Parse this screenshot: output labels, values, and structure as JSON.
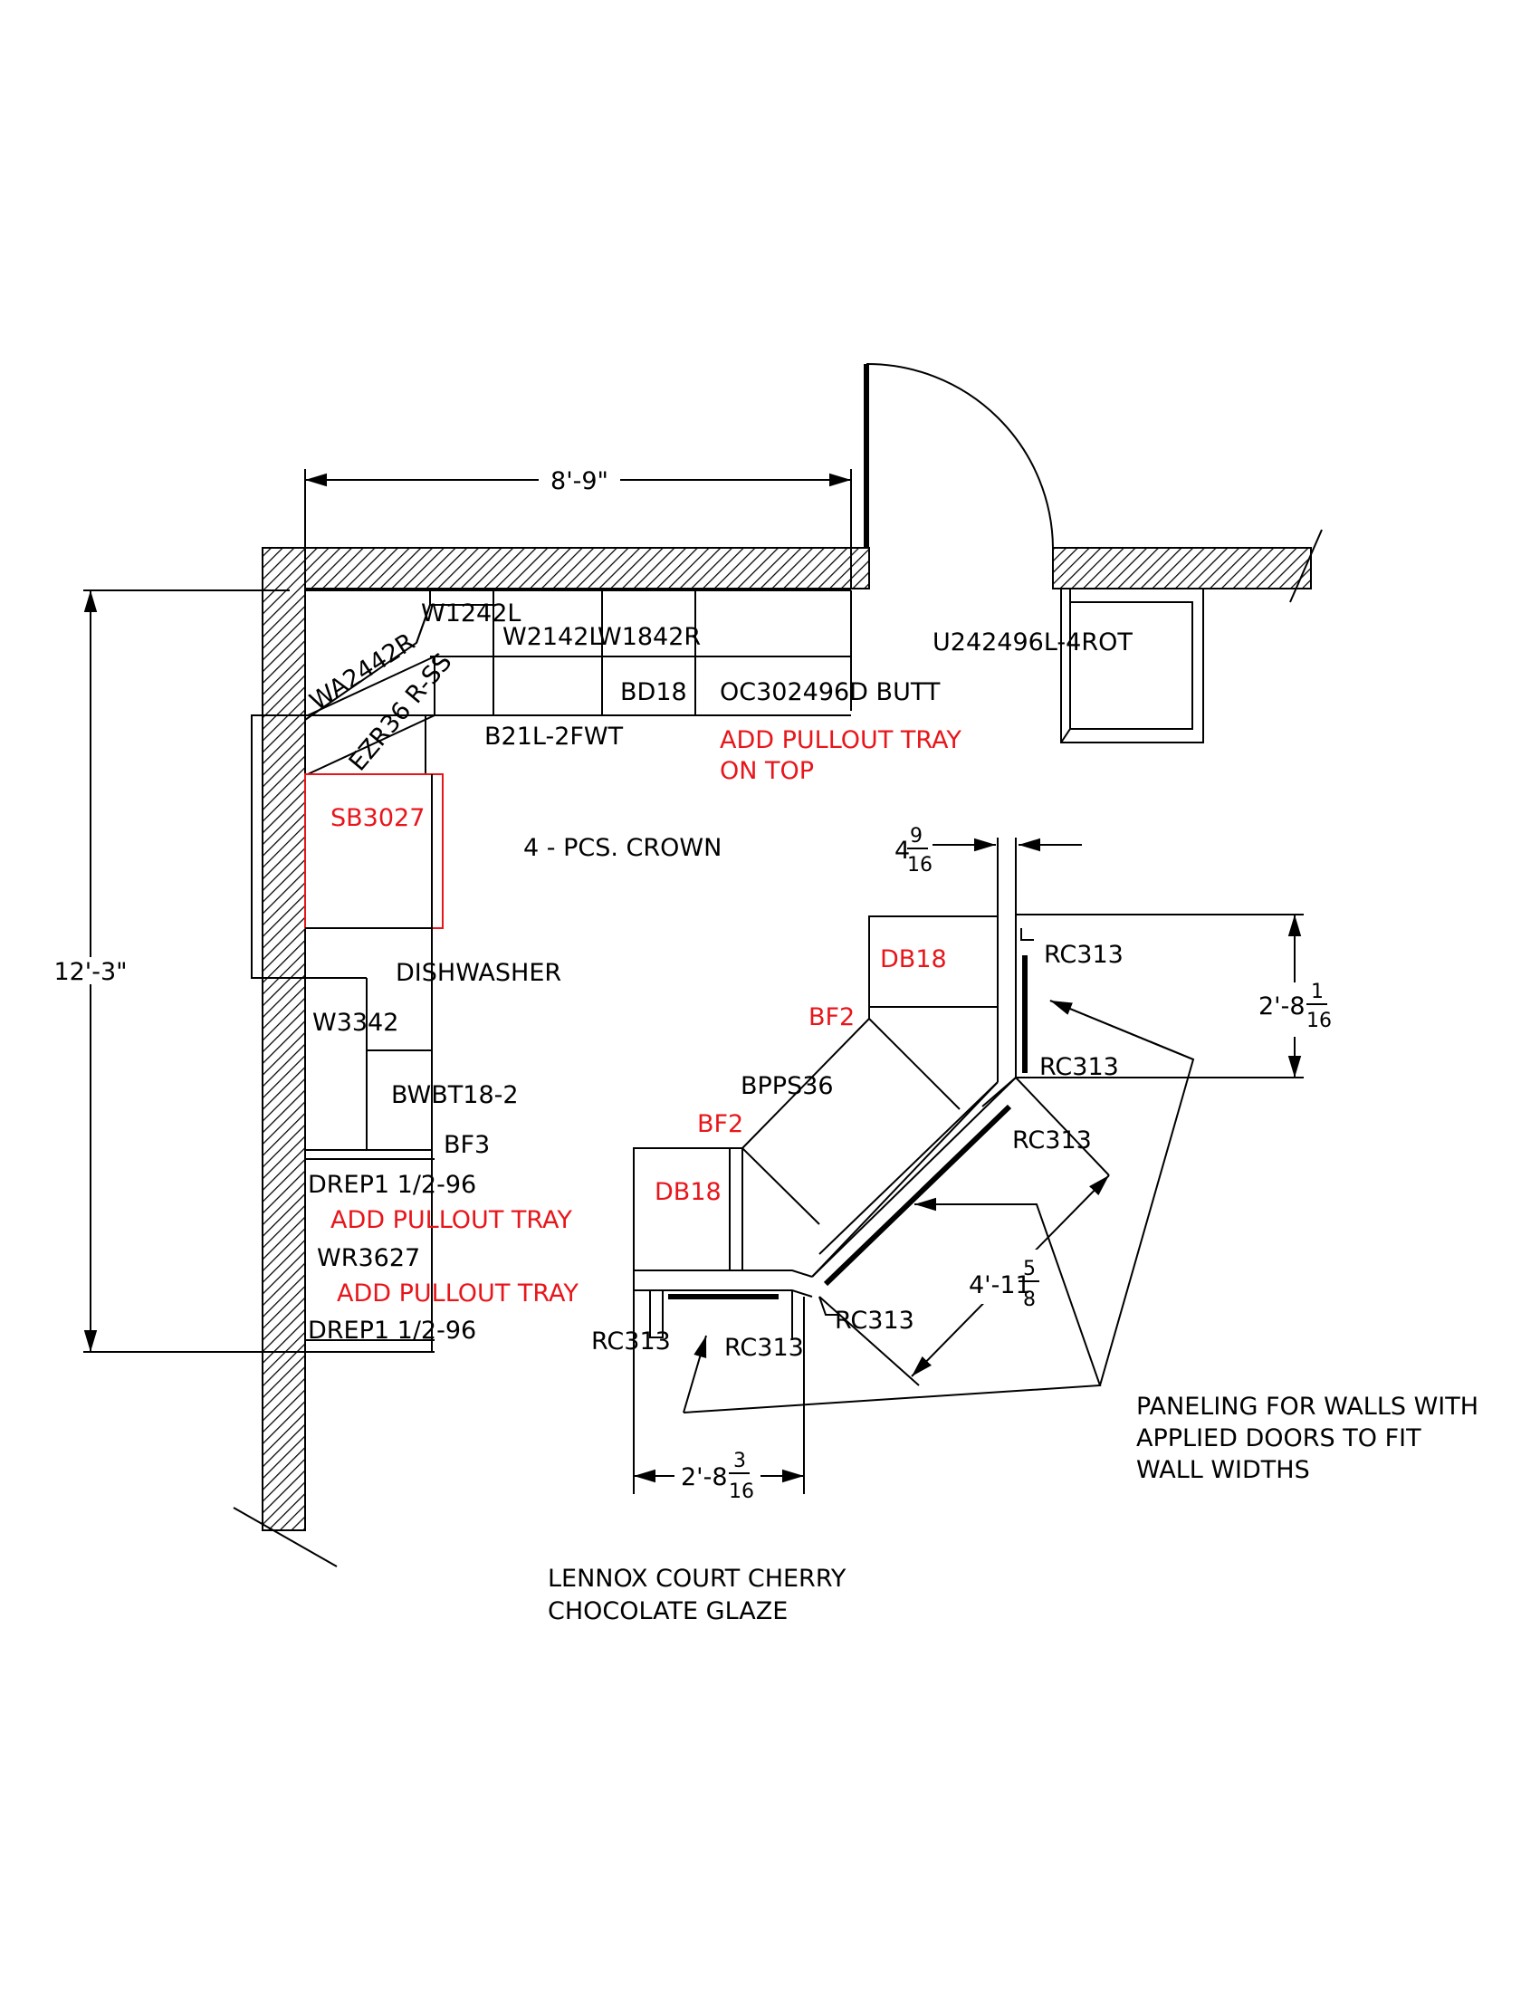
{
  "dimensions": {
    "top_width": "8'-9\"",
    "left_height": "12'-3\"",
    "island_top_width_whole": "4",
    "island_top_width_num": "9",
    "island_top_width_den": "16",
    "island_right_whole": "2'-8",
    "island_right_num": "1",
    "island_right_den": "16",
    "island_diag_whole": "4'-11",
    "island_diag_num": "5",
    "island_diag_den": "8",
    "island_bottom_whole": "2'-8",
    "island_bottom_num": "3",
    "island_bottom_den": "16"
  },
  "labels": {
    "w1242l": "W1242L",
    "wa2442r": "WA2442R",
    "w2142l": "W2142L",
    "w1842r": "W1842R",
    "ezr36": "EZR36 R-SS",
    "bd18": "BD18",
    "oc302496d": "OC302496D BUTT",
    "b21l": "B21L-2FWT",
    "u242496l": "U242496L-4ROT",
    "add_pullout_top_1": "ADD PULLOUT TRAY",
    "add_pullout_top_2": "ON TOP",
    "sb3027": "SB3027",
    "crown": "4 - PCS. CROWN",
    "dishwasher": "DISHWASHER",
    "w3342": "W3342",
    "bwbt18": "BWBT18-2",
    "bf3": "BF3",
    "drep_1": "DREP1 1/2-96",
    "add_pullout_1": "ADD PULLOUT TRAY",
    "wr3627": "WR3627",
    "add_pullout_2": "ADD PULLOUT TRAY",
    "drep_2": "DREP1 1/2-96",
    "db18_a": "DB18",
    "bf2_a": "BF2",
    "bpps36": "BPPS36",
    "bf2_b": "BF2",
    "db18_b": "DB18",
    "rc313_1": "RC313",
    "rc313_2": "RC313",
    "rc313_3": "RC313",
    "rc313_4": "RC313",
    "rc313_5": "RC313",
    "rc313_6": "RC313",
    "paneling_1": "PANELING FOR WALLS WITH",
    "paneling_2": "APPLIED DOORS TO FIT",
    "paneling_3": "WALL WIDTHS",
    "finish_1": "LENNOX COURT CHERRY",
    "finish_2": "CHOCOLATE GLAZE"
  },
  "colors": {
    "annotation_red": "#e8161b",
    "line_black": "#000000"
  }
}
